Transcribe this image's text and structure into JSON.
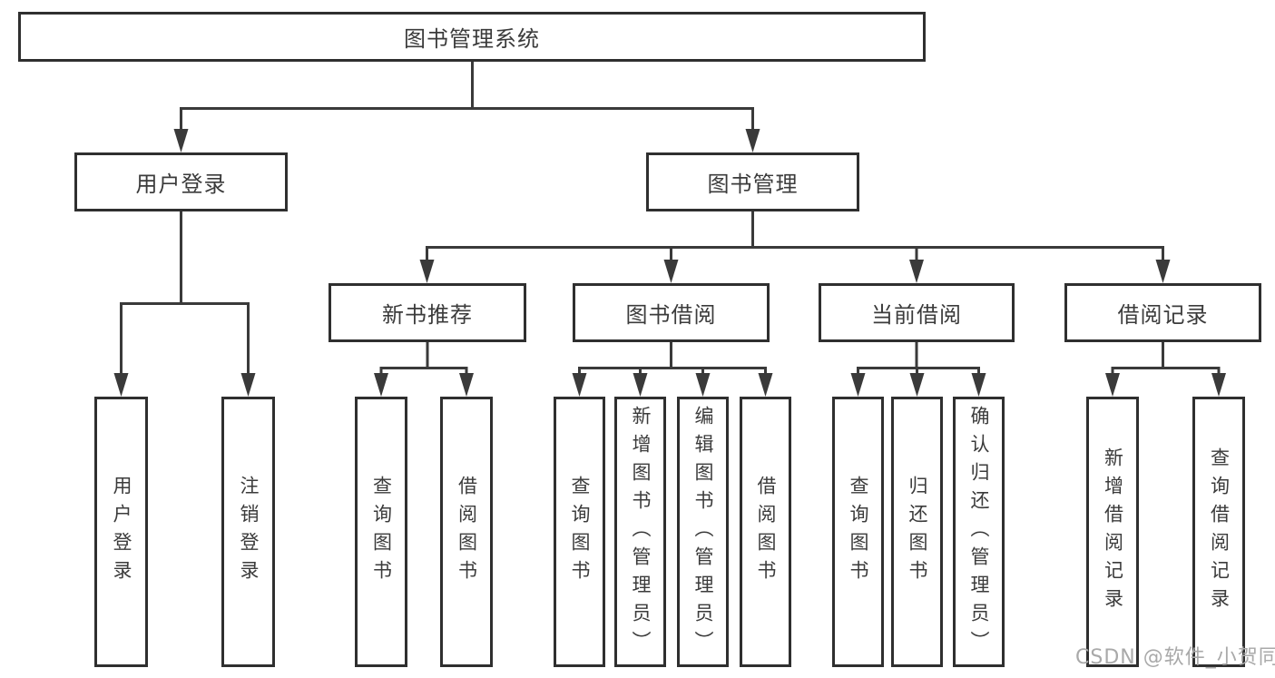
{
  "system": {
    "root_label": "图书管理系统",
    "branches": [
      {
        "label": "用户登录",
        "children": [
          {
            "label": "用户登录"
          },
          {
            "label": "注销登录"
          }
        ]
      },
      {
        "label": "图书管理",
        "children": [
          {
            "label": "新书推荐",
            "children": [
              {
                "label": "查询图书"
              },
              {
                "label": "借阅图书"
              }
            ]
          },
          {
            "label": "图书借阅",
            "children": [
              {
                "label": "查询图书"
              },
              {
                "label": "新增图书（管理员）"
              },
              {
                "label": "编辑图书（管理员）"
              },
              {
                "label": "借阅图书"
              }
            ]
          },
          {
            "label": "当前借阅",
            "children": [
              {
                "label": "查询图书"
              },
              {
                "label": "归还图书"
              },
              {
                "label": "确认归还（管理员）"
              }
            ]
          },
          {
            "label": "借阅记录",
            "children": [
              {
                "label": "新增借阅记录"
              },
              {
                "label": "查询借阅记录"
              }
            ]
          }
        ]
      }
    ]
  },
  "watermark": {
    "text": "CSDN @软件_小贺同学"
  },
  "colors": {
    "background": "#ffffff",
    "box_border": "#2f2f2f",
    "line": "#3a3a3a",
    "text": "#3b3b3b",
    "watermark": "#a9a9a9"
  }
}
